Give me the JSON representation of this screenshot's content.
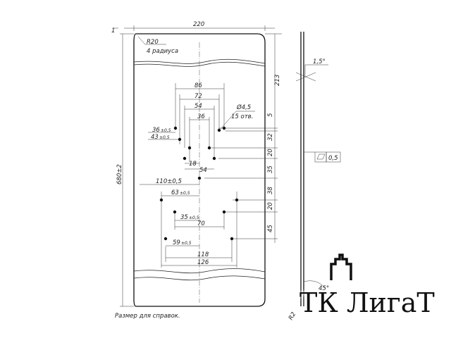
{
  "dimensions": {
    "overall_width": "220",
    "overall_height": "680±2",
    "top_to_first_row": "213",
    "gap_5": "5",
    "gap_32": "32",
    "gap_20_a": "20",
    "gap_35": "35",
    "gap_38": "38",
    "gap_20_b": "20",
    "gap_45": "45",
    "w86": "86",
    "w72": "72",
    "w54": "54",
    "w36": "36",
    "w18": "18",
    "w54b": "54",
    "off36": "36",
    "off36_tol": "±0,5",
    "off43": "43",
    "off43_tol": "±0,5",
    "off110": "110±0,5",
    "off63": "63",
    "off63_tol": "±0,5",
    "off35": "35",
    "off35_tol": "±0,5",
    "w70": "70",
    "off59": "59",
    "off59_tol": "±0,5",
    "w118": "118",
    "w126": "126",
    "hole_dia": "Ø4,5",
    "hole_count": "15 отв.",
    "corner_radius": "R20",
    "corner_count": "4 радиуса",
    "angle": "1,5°",
    "flatness": "0,5",
    "r2": "R2",
    "angle_small": "45°",
    "one": "1"
  },
  "footnote": "Размер для справок.",
  "watermark": "ТК ЛигаТ"
}
